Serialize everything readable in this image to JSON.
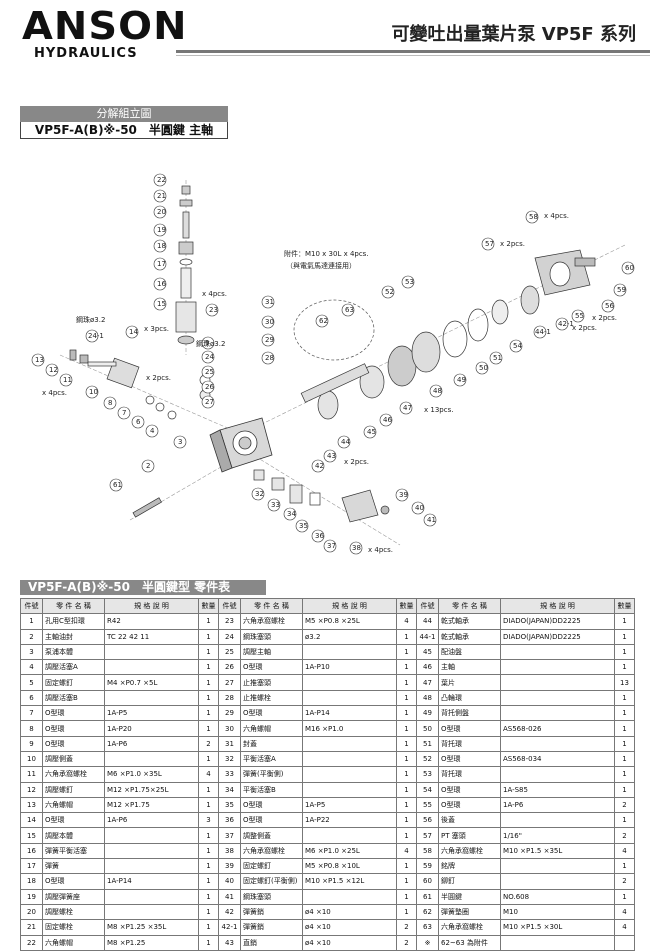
{
  "brand": {
    "name": "ANSON",
    "sub": "HYDRAULICS"
  },
  "title": "可變吐出量葉片泵 VP5F 系列",
  "assembly": {
    "title": "分解組立圖",
    "model": "VP5F-A(B)※-50　半圓鍵 主軸"
  },
  "diagram": {
    "note1": "附件：M10 x 30L x 4pcs.",
    "note2": "（與電氣馬達連接用）",
    "steel_ball": "鋼珠ø3.2",
    "callouts": [
      "x 4pcs.",
      "x 3pcs.",
      "x 2pcs.",
      "x 13pcs.",
      "x 2pcs.",
      "x 4pcs.",
      "x 2pcs.",
      "x 2pcs.",
      "x 2pcs.",
      "x 4pcs.",
      "x 4pcs."
    ]
  },
  "table": {
    "title": "VP5F-A(B)※-50　半圓鍵型 零件表",
    "headers": [
      "件號",
      "零 件 名 稱",
      "規 格 說 明",
      "數量"
    ],
    "col1": [
      [
        "1",
        "孔用C型扣環",
        "R42",
        "1"
      ],
      [
        "2",
        "主軸油封",
        "TC 22 42 11",
        "1"
      ],
      [
        "3",
        "泵浦本體",
        "",
        "1"
      ],
      [
        "4",
        "調壓活塞A",
        "",
        "1"
      ],
      [
        "5",
        "固定螺釘",
        "M4 ×P0.7 ×5L",
        "1"
      ],
      [
        "6",
        "調壓活塞B",
        "",
        "1"
      ],
      [
        "7",
        "O型環",
        "1A-P5",
        "1"
      ],
      [
        "8",
        "O型環",
        "1A-P20",
        "1"
      ],
      [
        "9",
        "O型環",
        "1A-P6",
        "2"
      ],
      [
        "10",
        "調壓側蓋",
        "",
        "1"
      ],
      [
        "11",
        "六角承窩螺栓",
        "M6 ×P1.0 ×35L",
        "4"
      ],
      [
        "12",
        "調壓螺釘",
        "M12 ×P1.75×25L",
        "1"
      ],
      [
        "13",
        "六角螺帽",
        "M12 ×P1.75",
        "1"
      ],
      [
        "14",
        "O型環",
        "1A-P6",
        "3"
      ],
      [
        "15",
        "調壓本體",
        "",
        "1"
      ],
      [
        "16",
        "彈簧平衡活塞",
        "",
        "1"
      ],
      [
        "17",
        "彈簧",
        "",
        "1"
      ],
      [
        "18",
        "O型環",
        "1A-P14",
        "1"
      ],
      [
        "19",
        "調壓彈簧座",
        "",
        "1"
      ],
      [
        "20",
        "調壓螺栓",
        "",
        "1"
      ],
      [
        "21",
        "固定螺栓",
        "M8 ×P1.25 ×35L",
        "1"
      ],
      [
        "22",
        "六角螺帽",
        "M8 ×P1.25",
        "1"
      ]
    ],
    "col2": [
      [
        "23",
        "六角承窩螺栓",
        "M5 ×P0.8 ×25L",
        "4"
      ],
      [
        "24",
        "鋼珠塞頭",
        "ø3.2",
        "1"
      ],
      [
        "25",
        "調壓主軸",
        "",
        "1"
      ],
      [
        "26",
        "O型環",
        "1A-P10",
        "1"
      ],
      [
        "27",
        "止推塞頭",
        "",
        "1"
      ],
      [
        "28",
        "止推螺栓",
        "",
        "1"
      ],
      [
        "29",
        "O型環",
        "1A-P14",
        "1"
      ],
      [
        "30",
        "六角螺帽",
        "M16 ×P1.0",
        "1"
      ],
      [
        "31",
        "封蓋",
        "",
        "1"
      ],
      [
        "32",
        "平衡活塞A",
        "",
        "1"
      ],
      [
        "33",
        "彈簧(平衡側)",
        "",
        "1"
      ],
      [
        "34",
        "平衡活塞B",
        "",
        "1"
      ],
      [
        "35",
        "O型環",
        "1A-P5",
        "1"
      ],
      [
        "36",
        "O型環",
        "1A-P22",
        "1"
      ],
      [
        "37",
        "調整側蓋",
        "",
        "1"
      ],
      [
        "38",
        "六角承窩螺栓",
        "M6 ×P1.0 ×25L",
        "4"
      ],
      [
        "39",
        "固定螺釘",
        "M5 ×P0.8 ×10L",
        "1"
      ],
      [
        "40",
        "固定螺釘(平衡側)",
        "M10 ×P1.5 ×12L",
        "1"
      ],
      [
        "41",
        "鋼珠塞頭",
        "",
        "1"
      ],
      [
        "42",
        "彈簧銷",
        "ø4 ×10",
        "1"
      ],
      [
        "42-1",
        "彈簧銷",
        "ø4 ×10",
        "2"
      ],
      [
        "43",
        "直銷",
        "ø4 ×10",
        "2"
      ]
    ],
    "col3": [
      [
        "44",
        "乾式軸承",
        "DIADO(JAPAN)DD2225",
        "1"
      ],
      [
        "44-1",
        "乾式軸承",
        "DIADO(JAPAN)DD2225",
        "1"
      ],
      [
        "45",
        "配油盤",
        "",
        "1"
      ],
      [
        "46",
        "主軸",
        "",
        "1"
      ],
      [
        "47",
        "葉片",
        "",
        "13"
      ],
      [
        "48",
        "凸輪環",
        "",
        "1"
      ],
      [
        "49",
        "背托側盤",
        "",
        "1"
      ],
      [
        "50",
        "O型環",
        "AS568-026",
        "1"
      ],
      [
        "51",
        "背托環",
        "",
        "1"
      ],
      [
        "52",
        "O型環",
        "AS568-034",
        "1"
      ],
      [
        "53",
        "背托環",
        "",
        "1"
      ],
      [
        "54",
        "O型環",
        "1A-S85",
        "1"
      ],
      [
        "55",
        "O型環",
        "1A-P6",
        "2"
      ],
      [
        "56",
        "後蓋",
        "",
        "1"
      ],
      [
        "57",
        "PT 塞頭",
        "1/16\"",
        "2"
      ],
      [
        "58",
        "六角承窩螺栓",
        "M10 ×P1.5 ×35L",
        "4"
      ],
      [
        "59",
        "銘牌",
        "",
        "1"
      ],
      [
        "60",
        "鉚釘",
        "",
        "2"
      ],
      [
        "61",
        "半圓鍵",
        "NO.608",
        "1"
      ],
      [
        "62",
        "彈簧墊圈",
        "M10",
        "4"
      ],
      [
        "63",
        "六角承窩螺栓",
        "M10 ×P1.5 ×30L",
        "4"
      ],
      [
        "※",
        "62~63 為附件",
        "",
        ""
      ]
    ]
  }
}
